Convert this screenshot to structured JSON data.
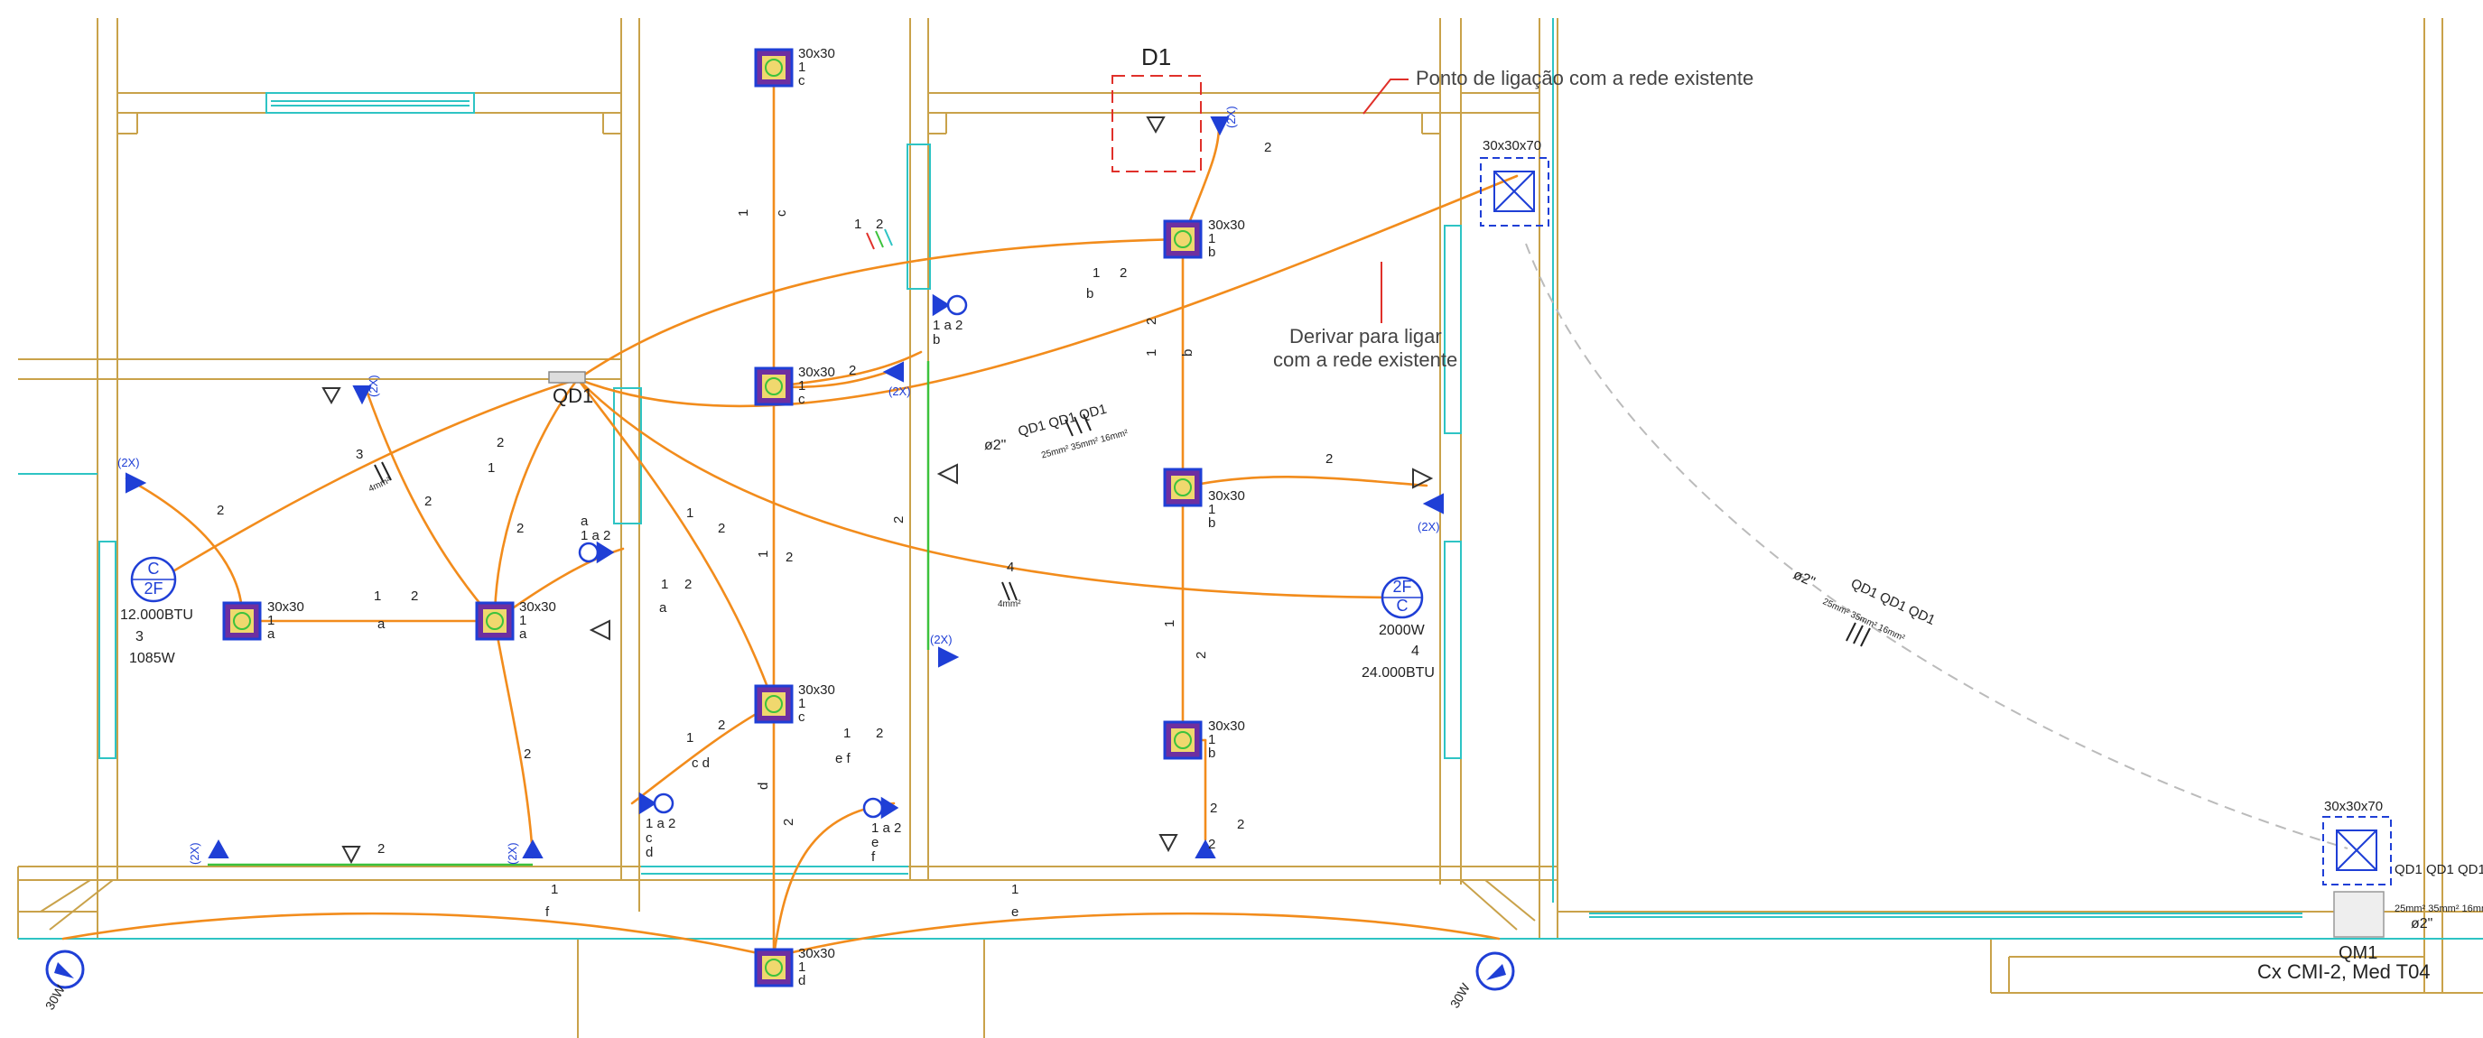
{
  "labels": {
    "d1": "D1",
    "qd1": "QD1",
    "qm1": "QM1",
    "caixa_cmi": "Cx CMI-2, Med T04",
    "ligacao_top": "Ponto de ligação com a rede existente",
    "derivar_1": "Derivar para ligar",
    "derivar_2": "com a rede existente",
    "eletroduto": "ø2\"",
    "qd_run": "QD1 QD1 QD1",
    "qd_run_sizes": "25mm² 35mm² 16mm²",
    "box_30x30x70": "30x30x70",
    "box_30x30": "30x30",
    "mm4": "4mm²",
    "ac_left_symbol_top": "C",
    "ac_left_symbol_bot": "2F",
    "ac_left_btu": "12.000BTU",
    "ac_left_circ": "3",
    "ac_left_w": "1085W",
    "ac_right_symbol_top": "2F",
    "ac_right_symbol_bot": "C",
    "ac_right_w": "2000W",
    "ac_right_circ": "4",
    "ac_right_btu": "24.000BTU",
    "lamp_30w": "30W",
    "x2": "(2X)"
  },
  "colors": {
    "wall": "#c9a24a",
    "conduit": "#f28c1c",
    "cyan": "#2ec4c4",
    "blue": "#1f3fd6",
    "red": "#e0302a",
    "green": "#3cc23c",
    "box_fill": "#6e2fa0"
  },
  "light_points": [
    {
      "id": "top",
      "size": "30x30",
      "circ": "1",
      "sw": "c"
    },
    {
      "id": "mid-c",
      "size": "30x30",
      "circ": "1",
      "sw": "c"
    },
    {
      "id": "left-a",
      "size": "30x30",
      "circ": "1",
      "sw": "a"
    },
    {
      "id": "center-a",
      "size": "30x30",
      "circ": "1",
      "sw": "a"
    },
    {
      "id": "low-c",
      "size": "30x30",
      "circ": "1",
      "sw": "c"
    },
    {
      "id": "bottom-d",
      "size": "30x30",
      "circ": "1",
      "sw": "d"
    },
    {
      "id": "right-b",
      "size": "30x30",
      "circ": "1",
      "sw": "b"
    },
    {
      "id": "right-mid-b",
      "size": "30x30",
      "circ": "1",
      "sw": "b"
    },
    {
      "id": "right-low-b",
      "size": "30x30",
      "circ": "1",
      "sw": "b"
    }
  ],
  "switches": [
    {
      "id": "sw-b",
      "lines": [
        "1 a 2",
        "b"
      ]
    },
    {
      "id": "sw-a",
      "lines": [
        "a",
        "1 a 2"
      ]
    },
    {
      "id": "sw-cd",
      "lines": [
        "1 a 2",
        "c",
        "d"
      ]
    },
    {
      "id": "sw-ef",
      "lines": [
        "1 a 2",
        "e",
        "f"
      ]
    }
  ],
  "wire_tags": [
    "1",
    "2",
    "3",
    "4",
    "a",
    "b",
    "c",
    "d",
    "e",
    "f",
    "e f",
    "c d",
    "ø2\""
  ]
}
